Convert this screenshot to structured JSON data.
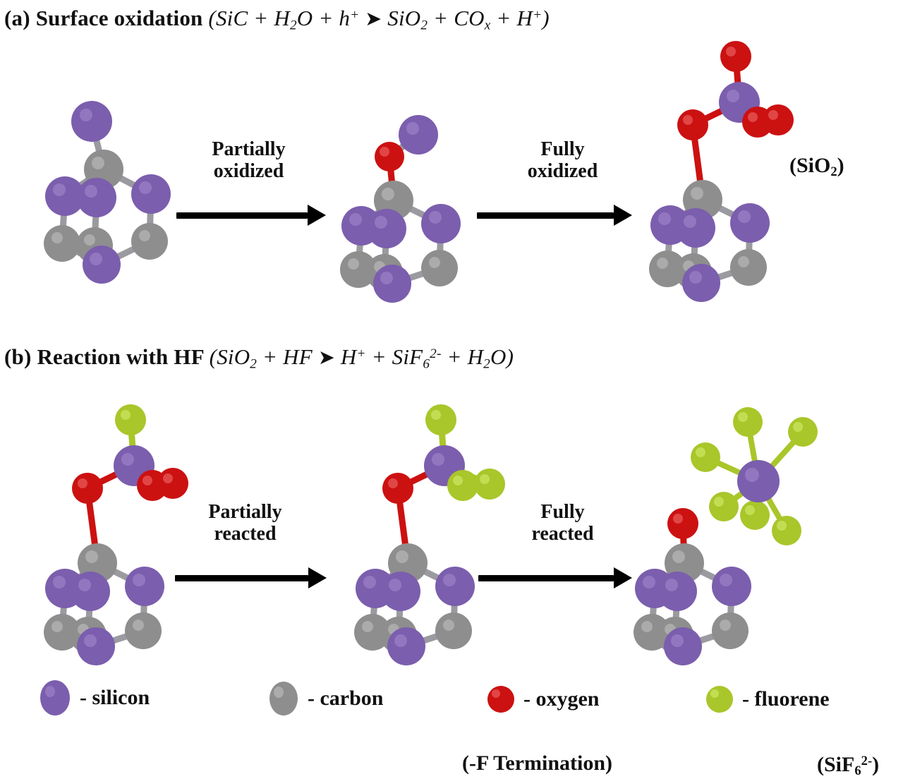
{
  "figure": {
    "panels": [
      {
        "id": "a",
        "tag": "(a)",
        "title": "Surface oxidation",
        "equation_parts": {
          "open": "(",
          "left": "SiC + H2O + h+",
          "arrow": "➔",
          "right": "SiO2 + COx + H+",
          "close": ")"
        },
        "equation_plain": "(SiC + H2O + h+ ➔ SiO2 + COx + H+)",
        "steps": [
          {
            "label": "Partially\noxidized",
            "name": "partially-oxidized"
          },
          {
            "label": "Fully\noxidized",
            "name": "fully-oxidized"
          }
        ],
        "product_label": "(SiO2)",
        "structures": [
          {
            "name": "pristine-sic-cluster",
            "caption": "pristine SiC cluster"
          },
          {
            "name": "partially-oxidized-cluster",
            "caption": "SiC cluster with one bridging oxygen"
          },
          {
            "name": "fully-oxidized-cluster",
            "caption": "SiC cluster terminated with SiO2 group"
          }
        ]
      },
      {
        "id": "b",
        "tag": "(b)",
        "title": "Reaction with HF",
        "equation_parts": {
          "open": "(",
          "left": "SiO2 + HF",
          "arrow": "➔",
          "right": "H+ + SiF6 2- + H2O",
          "close": ")"
        },
        "equation_plain": "(SiO2 + HF ➔ H+ + SiF6 2- + H2O)",
        "steps": [
          {
            "label": "Partially\nreacted",
            "name": "partially-reacted"
          },
          {
            "label": "Fully\nreacted",
            "name": "fully-reacted"
          }
        ],
        "termination_label": "(-F Termination)",
        "product_label": "(SiF6 2-)",
        "structures": [
          {
            "name": "partially-reacted-cluster",
            "caption": "SiO2 group with one fluorine substitution"
          },
          {
            "name": "fluorine-terminated-cluster",
            "caption": "Si terminated with three fluorine atoms"
          },
          {
            "name": "released-sif6-cluster",
            "caption": "released octahedral SiF6 2- ion above O-terminated cluster"
          }
        ]
      }
    ]
  },
  "legend": {
    "items": [
      {
        "name": "silicon",
        "label": "- silicon",
        "color": "#7B5EAD"
      },
      {
        "name": "carbon",
        "label": "- carbon",
        "color": "#8E8E8E"
      },
      {
        "name": "oxygen",
        "label": "- oxygen",
        "color": "#CC1111"
      },
      {
        "name": "fluorene",
        "label": "- fluorene",
        "color": "#A9C62A"
      }
    ]
  },
  "colors": {
    "silicon": "#7B5EAD",
    "carbon": "#8E8E8E",
    "oxygen": "#CC1111",
    "fluorene": "#A9C62A",
    "bond": "#9A9AA0",
    "background": "#FFFFFF",
    "text": "#111111"
  }
}
